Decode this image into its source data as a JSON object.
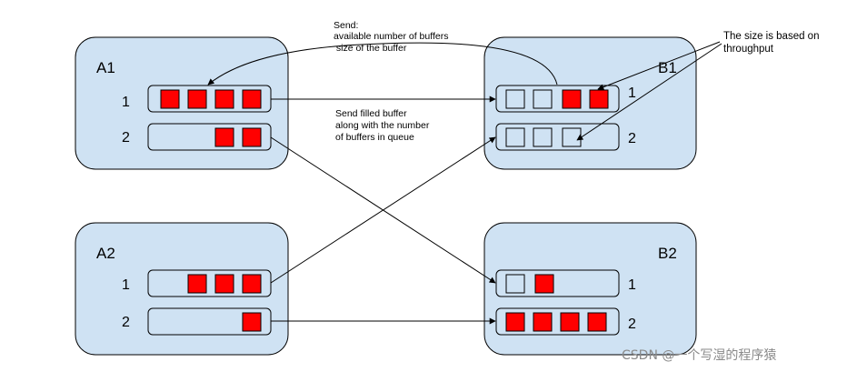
{
  "nodes": {
    "a1": {
      "label": "A1",
      "queues": [
        {
          "label": "1",
          "full": 4,
          "empty": 0
        },
        {
          "label": "2",
          "full": 2,
          "empty": 0
        }
      ]
    },
    "a2": {
      "label": "A2",
      "queues": [
        {
          "label": "1",
          "full": 3,
          "empty": 0
        },
        {
          "label": "2",
          "full": 1,
          "empty": 0
        }
      ]
    },
    "b1": {
      "label": "B1",
      "queues": [
        {
          "label": "1",
          "empty": 2,
          "full": 2
        },
        {
          "label": "2",
          "empty": 3,
          "full": 0
        }
      ]
    },
    "b2": {
      "label": "B2",
      "queues": [
        {
          "label": "1",
          "empty": 1,
          "full": 1
        },
        {
          "label": "2",
          "empty": 0,
          "full": 4
        }
      ]
    }
  },
  "annotations": {
    "send_info": [
      "Send:",
      "available number of buffers",
      " size of the buffer"
    ],
    "send_filled": [
      "Send filled buffer",
      "along with the number",
      "of buffers in queue"
    ],
    "size_note": [
      "The size is based on",
      "throughput"
    ]
  },
  "watermark": "CSDN @一个写湿的程序猿",
  "colors": {
    "node_fill": "#cfe2f3",
    "buffer_filled": "#ff0000",
    "stroke": "#000000"
  }
}
